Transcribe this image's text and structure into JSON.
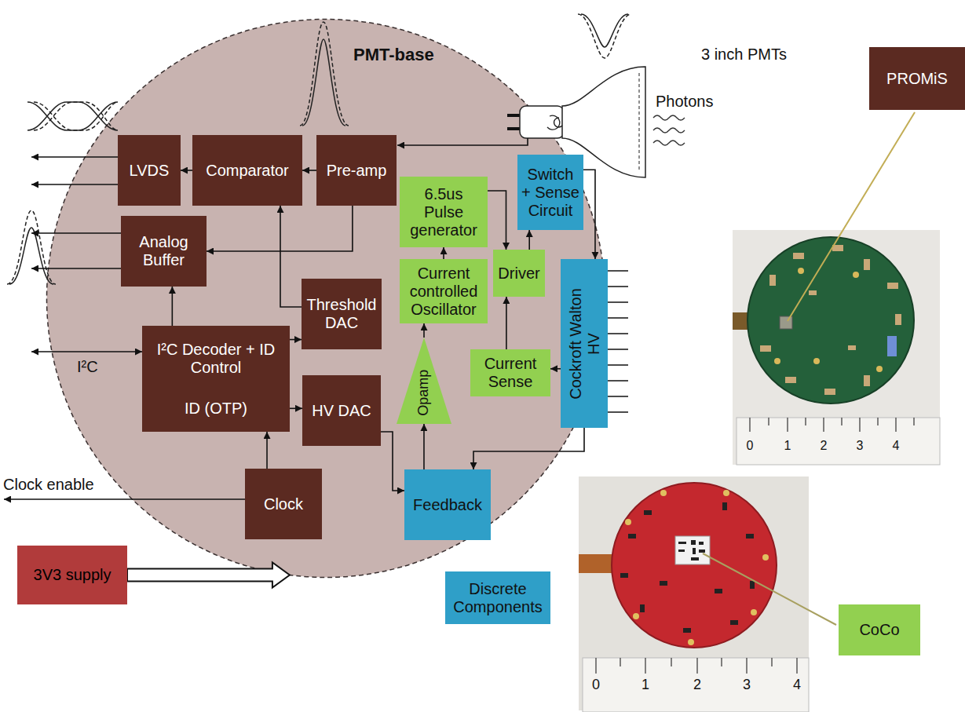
{
  "diagram": {
    "nodes": [
      {
        "text": [
          "PMT-base"
        ]
      },
      {
        "text": [
          "LVDS"
        ],
        "in": 0
      },
      {
        "text": [
          "Comparator"
        ],
        "in": 0
      },
      {
        "text": [
          "Pre-amp"
        ],
        "in": 0
      },
      {
        "text": [
          "6.5us Pulse generator"
        ],
        "in": 0
      },
      {
        "text": [
          "Switch + Sense Circuit"
        ],
        "in": 0
      },
      {
        "text": [
          "Analog Buffer"
        ],
        "in": 0
      },
      {
        "text": [
          "Current controlled Oscillator"
        ],
        "in": 0
      },
      {
        "text": [
          "Driver"
        ],
        "in": 0
      },
      {
        "text": [
          "Threshold DAC"
        ],
        "in": 0
      },
      {
        "text": [
          "Cockroft Walton HV"
        ],
        "in": 0
      },
      {
        "text": [
          "Current Sense"
        ],
        "in": 0
      },
      {
        "text": [
          "I²C Decoder + ID Control",
          "ID (OTP)"
        ],
        "in": 0
      },
      {
        "text": [
          "HV DAC"
        ],
        "in": 0
      },
      {
        "text": [
          "Opamp"
        ],
        "in": 0
      },
      {
        "text": [
          "Clock"
        ],
        "in": 0
      },
      {
        "text": [
          "Feedback"
        ],
        "in": 0
      },
      {
        "text": [
          "3V3 supply"
        ]
      },
      {
        "text": [
          "PROMiS"
        ]
      },
      {
        "text": [
          "Discrete Components"
        ]
      },
      {
        "text": [
          "CoCo"
        ]
      }
    ],
    "edges": [
      {
        "from": 3,
        "to": 2,
        "arrow": "to"
      },
      {
        "from": 2,
        "to": 1,
        "arrow": "to"
      },
      {
        "from": 3,
        "to": 6,
        "arrow": "to"
      },
      {
        "from": 9,
        "to": 2,
        "arrow": "to"
      },
      {
        "from": 12,
        "to": 6,
        "arrow": "to"
      },
      {
        "from": 12,
        "to": 9,
        "arrow": "to"
      },
      {
        "from": 12,
        "to": 13,
        "arrow": "to"
      },
      {
        "from": 15,
        "to": 12,
        "arrow": "to"
      },
      {
        "from": 13,
        "to": 16,
        "arrow": "to"
      },
      {
        "from": 16,
        "to": 14,
        "arrow": "to"
      },
      {
        "from": 14,
        "to": 7,
        "arrow": "to"
      },
      {
        "from": 7,
        "to": 4,
        "arrow": "to"
      },
      {
        "from": 4,
        "to": 8,
        "arrow": "to"
      },
      {
        "from": 8,
        "to": 5,
        "arrow": "to"
      },
      {
        "from": 5,
        "to": 10,
        "arrow": "to"
      },
      {
        "from": 10,
        "to": 11,
        "arrow": "to"
      },
      {
        "from": 11,
        "to": 8,
        "arrow": "to"
      },
      {
        "from": 10,
        "to": 16,
        "arrow": "to"
      },
      {
        "from": 17,
        "to": 0,
        "arrow": "to"
      }
    ],
    "labels": [
      "3 inch PMTs",
      "Photons",
      "I²C",
      "Clock enable",
      "0",
      "1",
      "2",
      "3",
      "4",
      "0",
      "1",
      "2",
      "3",
      "4"
    ]
  }
}
